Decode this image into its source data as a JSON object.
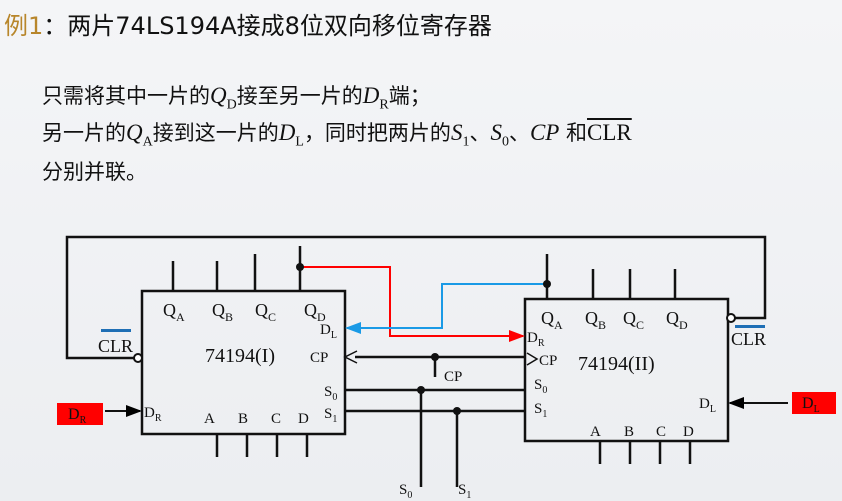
{
  "title": {
    "prefix": "例1",
    "rest": "：两片74LS194A接成8位双向移位寄存器"
  },
  "body": {
    "l1": [
      "只需将其中一片的",
      "Q",
      "D",
      "接至另一片的",
      "D",
      "R",
      "端；"
    ],
    "l2": [
      "另一片的",
      "Q",
      "A",
      "接到这一片的",
      "D",
      "L",
      "，同时把两片的",
      "S",
      "1",
      "、",
      "S",
      "0",
      "、",
      "CP",
      " 和",
      "CLR"
    ],
    "l3": "分别并联。"
  },
  "diagram": {
    "chip1": {
      "name": "74194(I)",
      "clr": "CLR",
      "outputs": [
        "A",
        "B",
        "C",
        "D"
      ],
      "inputs": [
        "A",
        "B",
        "C",
        "D"
      ],
      "q": "Q",
      "dl": "D",
      "dl_sub": "L",
      "cp": "CP",
      "s": "S",
      "s0": "0",
      "s1": "1",
      "dr": "D",
      "dr_sub": "R"
    },
    "chip2": {
      "name": "74194(II)",
      "clr": "CLR",
      "outputs": [
        "A",
        "B",
        "C",
        "D"
      ],
      "inputs": [
        "A",
        "B",
        "C",
        "D"
      ],
      "q": "Q",
      "dr": "D",
      "dr_sub": "R",
      "cp": "CP",
      "s": "S",
      "s0": "0",
      "s1": "1",
      "dl": "D",
      "dl_sub": "L"
    },
    "cp_label": "CP",
    "s0_label": "S",
    "s0_sub": "0",
    "s1_label": "S",
    "s1_sub": "1",
    "dr_input": {
      "main": "D",
      "sub": "R"
    },
    "dl_input": {
      "main": "D",
      "sub": "L"
    },
    "colors": {
      "red_wire": "#ff0000",
      "blue_wire": "#1a9ae6",
      "input_box": "#ff0000",
      "clr_bar": "#1f6fb5"
    }
  }
}
